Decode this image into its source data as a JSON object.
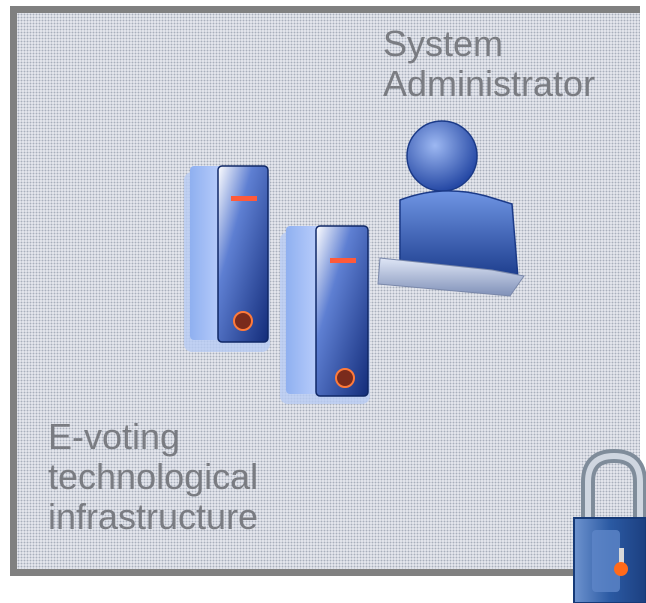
{
  "diagram": {
    "admin_label": [
      "System",
      "Administrator"
    ],
    "infra_label": [
      "E-voting",
      "technological",
      "infrastructure"
    ]
  },
  "icons": {
    "servers": "server-tower-icon",
    "admin": "user-at-workstation-icon",
    "lock": "padlock-icon"
  },
  "colors": {
    "panel_border": "#808080",
    "label_text": "#7a7c82",
    "server_blue": "#1f3f9a",
    "lock_blue": "#2f5fa6",
    "lock_key": "#ff6a1a"
  }
}
